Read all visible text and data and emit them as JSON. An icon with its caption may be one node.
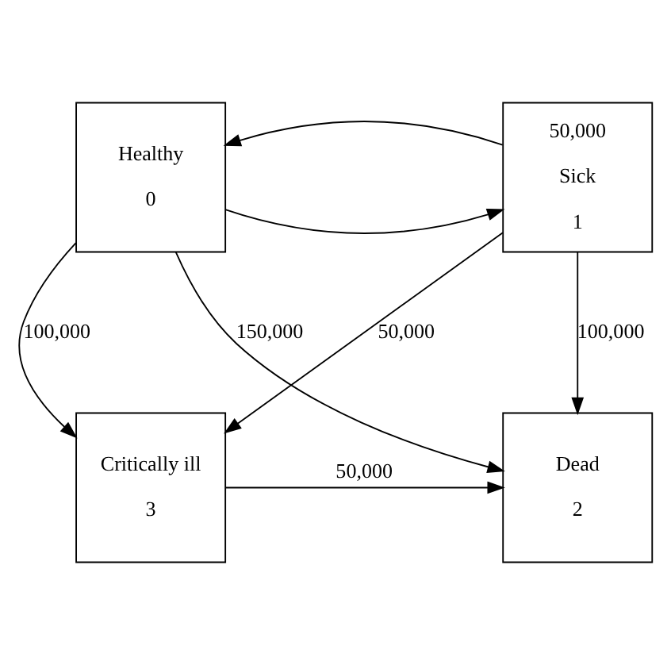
{
  "diagram": {
    "nodes": [
      {
        "text": [
          "Healthy",
          "0"
        ]
      },
      {
        "text": [
          "50,000",
          "Sick",
          "1"
        ]
      },
      {
        "text": [
          "Dead",
          "2"
        ]
      },
      {
        "text": [
          "Critically ill",
          "3"
        ]
      }
    ],
    "edges": [
      {
        "from": 0,
        "to": 1,
        "arrow": "to"
      },
      {
        "from": 1,
        "to": 0,
        "arrow": "to"
      },
      {
        "from": 0,
        "to": 2,
        "arrow": "to",
        "label": "150,000"
      },
      {
        "from": 0,
        "to": 3,
        "arrow": "to",
        "label": "100,000"
      },
      {
        "from": 1,
        "to": 2,
        "arrow": "to",
        "label": "100,000"
      },
      {
        "from": 1,
        "to": 3,
        "arrow": "to",
        "label": "50,000"
      },
      {
        "from": 3,
        "to": 2,
        "arrow": "to",
        "label": "50,000"
      }
    ]
  }
}
